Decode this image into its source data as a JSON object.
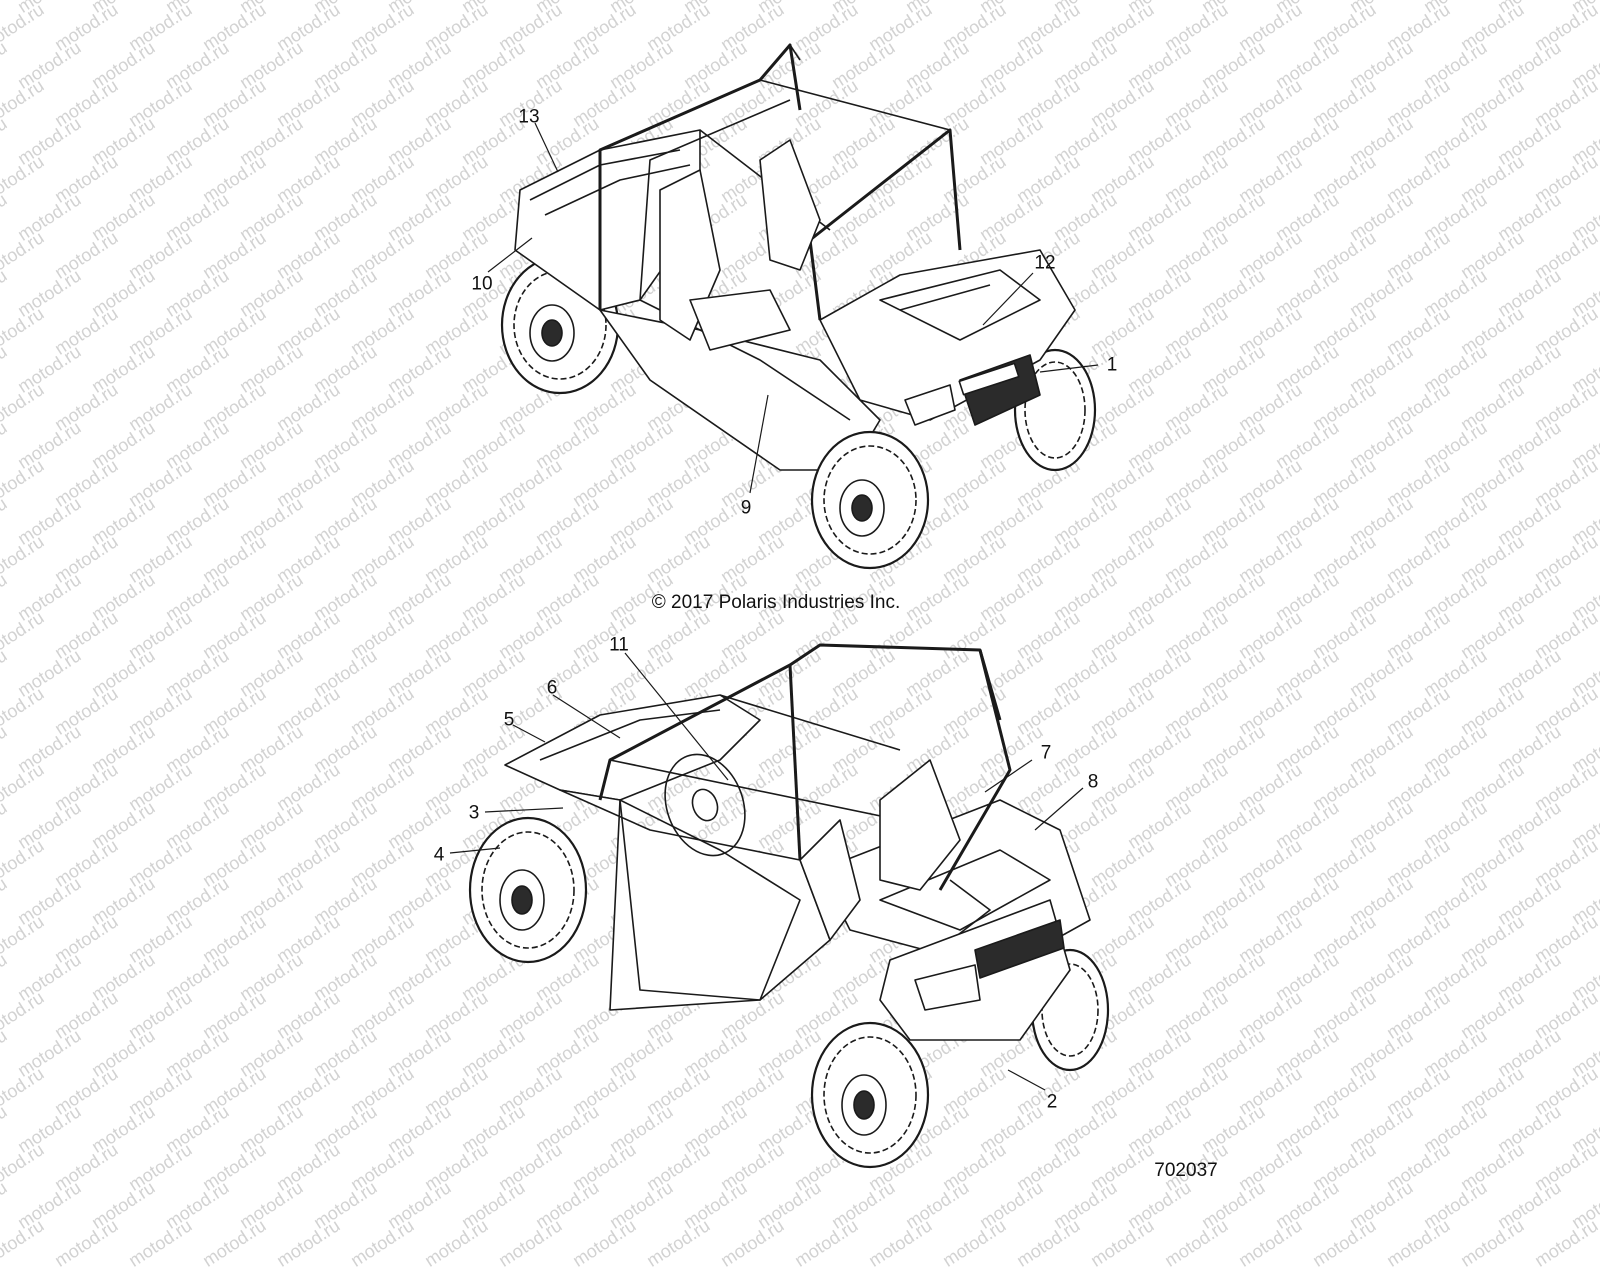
{
  "watermark_text": "motod.ru",
  "copyright": "© 2017 Polaris Industries Inc.",
  "figure_number": "702037",
  "top_view_callouts": [
    "13",
    "10",
    "12",
    "1",
    "9"
  ],
  "bottom_view_callouts": [
    "11",
    "6",
    "5",
    "3",
    "4",
    "7",
    "8",
    "2"
  ],
  "colors": {
    "line": "#1a1a1a",
    "fill_dark": "#2b2b2b",
    "watermark": "#d2d2d2",
    "background": "#ffffff"
  }
}
